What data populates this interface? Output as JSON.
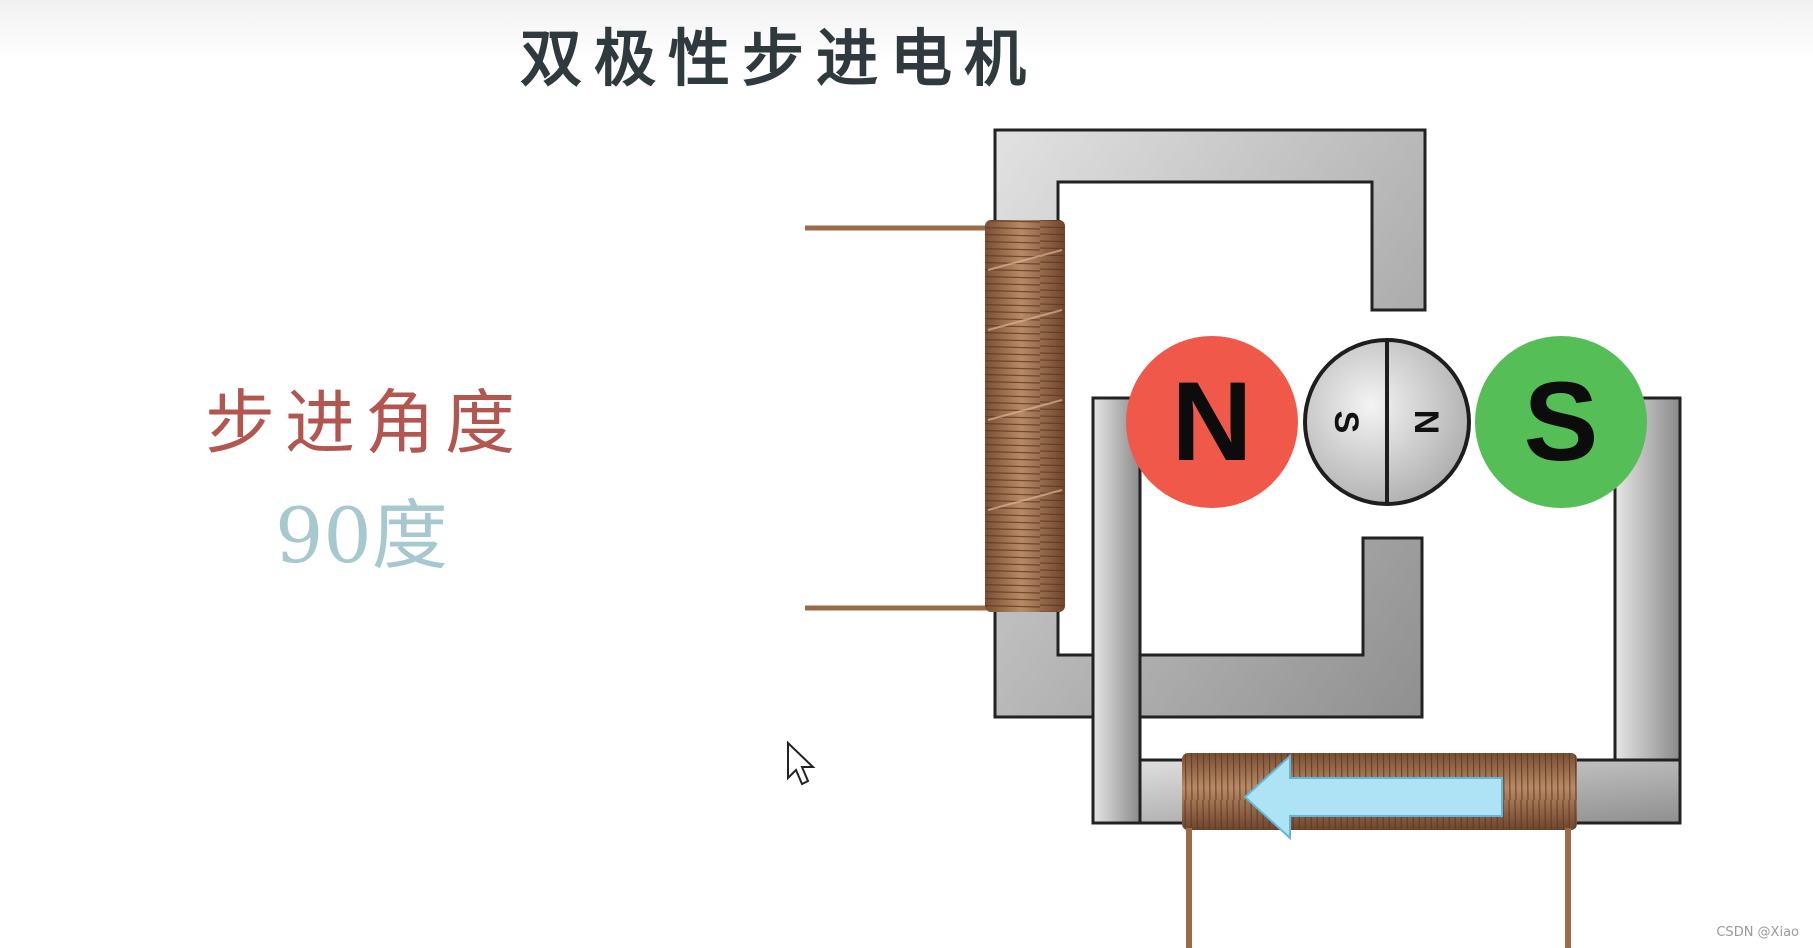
{
  "title": "双极性步进电机",
  "step_angle": {
    "label": "步进角度",
    "value": "90度"
  },
  "stator_poles": {
    "left": "N",
    "right": "S"
  },
  "rotor": {
    "left_mark": "S",
    "right_mark": "N"
  },
  "colors": {
    "north_pole": "#f0584a",
    "south_pole": "#56be57",
    "coil": "#9b6a48",
    "core": "#c8c8c8",
    "arrow": "#aee3f5",
    "title": "#2f3a3f",
    "angle_label": "#b25650",
    "angle_value": "#a6c8cf"
  },
  "watermark": "CSDN @Xiao"
}
